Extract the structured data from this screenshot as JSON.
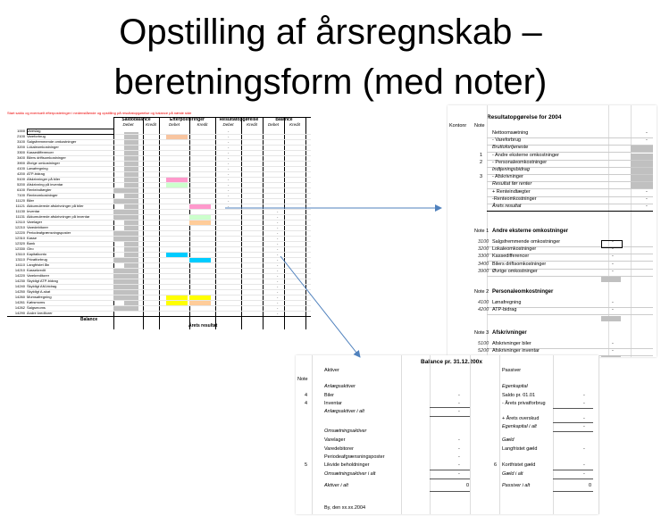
{
  "slide": {
    "title_line1": "Opstilling af årsregnskab –",
    "title_line2": "beretningsform (med noter)"
  },
  "worksheet": {
    "instruction": "Start saldo og eventuelt efterposteringer i nedenstående og opstilling på resultatopgørelse og balance på næste side",
    "headers": [
      "Saldobalance",
      "Efterposteringer",
      "Resultatopgørelse",
      "Balance"
    ],
    "subheaders": [
      "Debet",
      "Kredit",
      "Debet",
      "Kredit",
      "Debet",
      "Kredit",
      "Debet",
      "Kredit"
    ],
    "rows": [
      {
        "k": "1000",
        "n": "Vareslag"
      },
      {
        "k": "2100",
        "n": "Vareforbrug"
      },
      {
        "k": "3100",
        "n": "Salgsfremmende omkostninger"
      },
      {
        "k": "3200",
        "n": "Lokaleomkostninger"
      },
      {
        "k": "3300",
        "n": "Kassedifferencer"
      },
      {
        "k": "3400",
        "n": "Bilers driftsomkostninger"
      },
      {
        "k": "3900",
        "n": "Øvrige omkostninger"
      },
      {
        "k": "4100",
        "n": "Lønafregning"
      },
      {
        "k": "4200",
        "n": "ATP-bidrag"
      },
      {
        "k": "5100",
        "n": "Afskrivninger på biler"
      },
      {
        "k": "5200",
        "n": "Afskrivning på inventar"
      },
      {
        "k": "6100",
        "n": "Renteindtægter"
      },
      {
        "k": "7100",
        "n": "Renteomkostninger"
      },
      {
        "k": "11120",
        "n": "Biler"
      },
      {
        "k": "11121",
        "n": "Akkumulerede afskrivninger på biler"
      },
      {
        "k": "11130",
        "n": "Inventar"
      },
      {
        "k": "11131",
        "n": "Akkumulerede afskrivninger på inventar"
      },
      {
        "k": "12110",
        "n": "Varelager"
      },
      {
        "k": "12210",
        "n": "Varedebitorer"
      },
      {
        "k": "12220",
        "n": "Periodeafgrænsningsposter"
      },
      {
        "k": "12310",
        "n": "Kasse"
      },
      {
        "k": "12320",
        "n": "Bank"
      },
      {
        "k": "12330",
        "n": "Giro"
      },
      {
        "k": "13110",
        "n": "Kapitalkonto"
      },
      {
        "k": "13110",
        "n": "Privatforbrug"
      },
      {
        "k": "14110",
        "n": "Langfristet lån"
      },
      {
        "k": "14210",
        "n": "Kassekredit"
      },
      {
        "k": "14220",
        "n": "Varekreditorer"
      },
      {
        "k": "14230",
        "n": "Skyldigt ATP-bidrag"
      },
      {
        "k": "14240",
        "n": "Skyldigt AM-bidrag"
      },
      {
        "k": "14250",
        "n": "Skyldigt A-skat"
      },
      {
        "k": "14260",
        "n": "Momsafregning"
      },
      {
        "k": "14261",
        "n": "Købsmoms"
      },
      {
        "k": "14262",
        "n": "Salgsmoms"
      },
      {
        "k": "14290",
        "n": "Andre kreditorer"
      }
    ],
    "total_label": "Balance",
    "result_label": "Årets resultat",
    "dash": "-"
  },
  "income_statement": {
    "title": "Resultatopgørelse for 2004",
    "col_konto": "Kontonr",
    "col_note": "Note",
    "lines": [
      {
        "note": "",
        "label": "Nettoomsætning",
        "style": ""
      },
      {
        "note": "",
        "label": "- Vareforbrug",
        "style": ""
      },
      {
        "note": "",
        "label": "Bruttofortjeneste",
        "style": "i"
      },
      {
        "note": "1",
        "label": "- Andre eksterne omkostninger",
        "style": ""
      },
      {
        "note": "2",
        "label": "- Personaleomkostninger",
        "style": ""
      },
      {
        "note": "",
        "label": "Indtjeningsbidrag",
        "style": "i"
      },
      {
        "note": "3",
        "label": "- Afskrivninger",
        "style": ""
      },
      {
        "note": "",
        "label": "Resultat før renter",
        "style": "i"
      },
      {
        "note": "",
        "label": "+ Renteindtægter",
        "style": ""
      },
      {
        "note": "",
        "label": "-Renteomkostninger",
        "style": ""
      },
      {
        "note": "",
        "label": "Årets resultat",
        "style": "i"
      }
    ],
    "note1_label": "Note 1",
    "note1_title": "Andre eksterne omkostninger",
    "note1_lines": [
      {
        "k": "3100",
        "label": "Salgsfremmende omkostninger"
      },
      {
        "k": "3200",
        "label": "Lokaleomkostninger"
      },
      {
        "k": "3300",
        "label": "Kassedifferencer"
      },
      {
        "k": "3400",
        "label": "Bilers driftsomkostninger"
      },
      {
        "k": "3900",
        "label": "Øvrige omkostninger"
      }
    ],
    "note2_label": "Note 2",
    "note2_title": "Personaleomkostninger",
    "note2_lines": [
      {
        "k": "4100",
        "label": "Lønafregning"
      },
      {
        "k": "4200",
        "label": "ATP-bidrag"
      }
    ],
    "note3_label": "Note 3",
    "note3_title": "Afskrivninger",
    "note3_lines": [
      {
        "k": "5100",
        "label": "Afskrivninger biler"
      },
      {
        "k": "5200",
        "label": "Afskrivninger inventar"
      }
    ],
    "dash": "-"
  },
  "balance": {
    "title": "Balance pr. 31.12.200x",
    "col_note": "Note",
    "left_header": "Aktiver",
    "right_header": "Passiver",
    "left_lines": [
      {
        "note": "",
        "label": "Anlægsaktiver",
        "style": "i",
        "val": ""
      },
      {
        "note": "4",
        "label": "Biler",
        "style": "",
        "val": "-"
      },
      {
        "note": "4",
        "label": "Inventar",
        "style": "",
        "val": "-"
      },
      {
        "note": "",
        "label": "Anlægsaktiver i alt",
        "style": "i",
        "val": "-"
      },
      {
        "note": "",
        "label": "Omsætningsaktiver",
        "style": "i",
        "val": ""
      },
      {
        "note": "",
        "label": "Varelager",
        "style": "",
        "val": "-"
      },
      {
        "note": "",
        "label": "Varedebitorer",
        "style": "",
        "val": "-"
      },
      {
        "note": "",
        "label": "Periodeafgrænsningsposter",
        "style": "",
        "val": "-"
      },
      {
        "note": "5",
        "label": "Likvide beholdninger",
        "style": "",
        "val": "-"
      },
      {
        "note": "",
        "label": "Omsætningsaktiver i alt",
        "style": "i",
        "val": "-"
      },
      {
        "note": "",
        "label": "Aktiver i alt",
        "style": "i",
        "val": "0"
      }
    ],
    "right_lines": [
      {
        "note": "",
        "label": "Egenkapital",
        "style": "i",
        "val": ""
      },
      {
        "note": "",
        "label": "Saldo pr. 01.01",
        "style": "",
        "val": "-"
      },
      {
        "note": "",
        "label": "- Årets privatforbrug",
        "style": "",
        "val": "-"
      },
      {
        "note": "",
        "label": "+ Årets overskud",
        "style": "",
        "val": "-"
      },
      {
        "note": "",
        "label": "Egenkapital i alt",
        "style": "i",
        "val": "-"
      },
      {
        "note": "",
        "label": "Gæld",
        "style": "i",
        "val": ""
      },
      {
        "note": "",
        "label": "Langfristet gæld",
        "style": "",
        "val": "-"
      },
      {
        "note": "6",
        "label": "Kortfristet gæld",
        "style": "",
        "val": "-"
      },
      {
        "note": "",
        "label": "Gæld i alt",
        "style": "i",
        "val": "-"
      },
      {
        "note": "",
        "label": "Passiver i alt",
        "style": "i",
        "val": "0"
      }
    ],
    "footer": "By, den xx.xx.2004"
  },
  "colors": {
    "arrow": "#4f81bd",
    "grey": "#c0c0c0",
    "orange": "#f8c5a0",
    "pink": "#ff99cc",
    "green": "#ccffcc",
    "cyan": "#00ccff",
    "yellow": "#ffff00",
    "peach": "#ffcc99"
  }
}
